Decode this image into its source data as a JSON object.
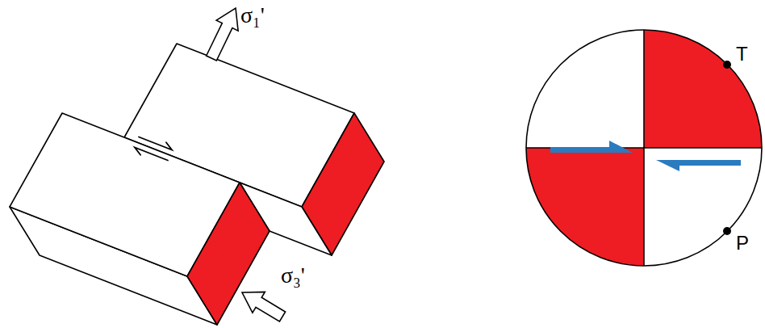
{
  "diagram": {
    "labels": [
      "σ₁'",
      "σ₃'",
      "T",
      "P"
    ]
  }
}
